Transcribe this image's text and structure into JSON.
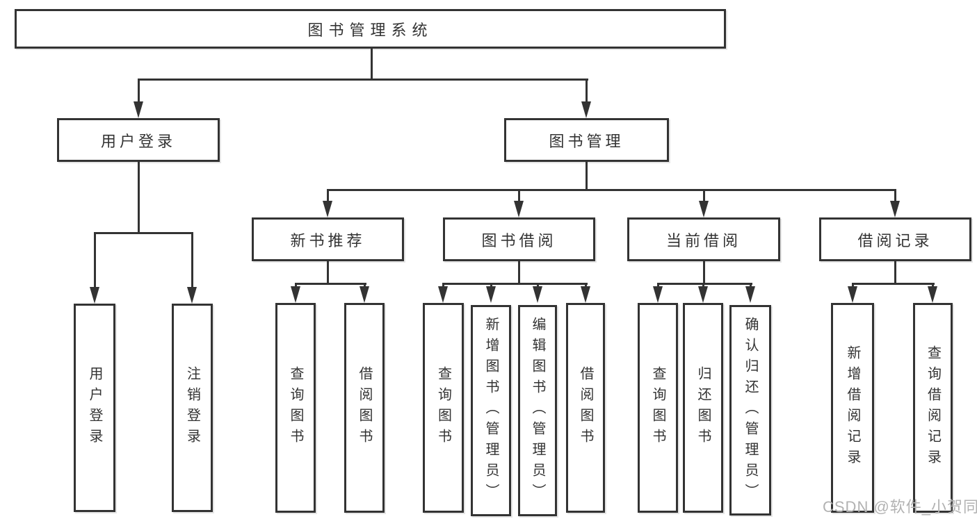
{
  "watermark": "CSDN @软件_小贺同学",
  "colors": {
    "line": "#333333",
    "box_border": "#333333",
    "watermark": "#b2b2b2",
    "background": "#ffffff"
  },
  "chart_data": {
    "type": "table",
    "title": "图书管理系统",
    "note": "hierarchical function-structure diagram, 3 levels below root"
  },
  "tree": {
    "label": "图书管理系统",
    "children": [
      {
        "label": "用户登录",
        "children": [
          {
            "label": "用户登录"
          },
          {
            "label": "注销登录"
          }
        ]
      },
      {
        "label": "图书管理",
        "children": [
          {
            "label": "新书推荐",
            "children": [
              {
                "label": "查询图书"
              },
              {
                "label": "借阅图书"
              }
            ]
          },
          {
            "label": "图书借阅",
            "children": [
              {
                "label": "查询图书"
              },
              {
                "label": "新增图书（管理员）"
              },
              {
                "label": "编辑图书（管理员）"
              },
              {
                "label": "借阅图书"
              }
            ]
          },
          {
            "label": "当前借阅",
            "children": [
              {
                "label": "查询图书"
              },
              {
                "label": "归还图书"
              },
              {
                "label": "确认归还（管理员）"
              }
            ]
          },
          {
            "label": "借阅记录",
            "children": [
              {
                "label": "新增借阅记录"
              },
              {
                "label": "查询借阅记录"
              }
            ]
          }
        ]
      }
    ]
  }
}
